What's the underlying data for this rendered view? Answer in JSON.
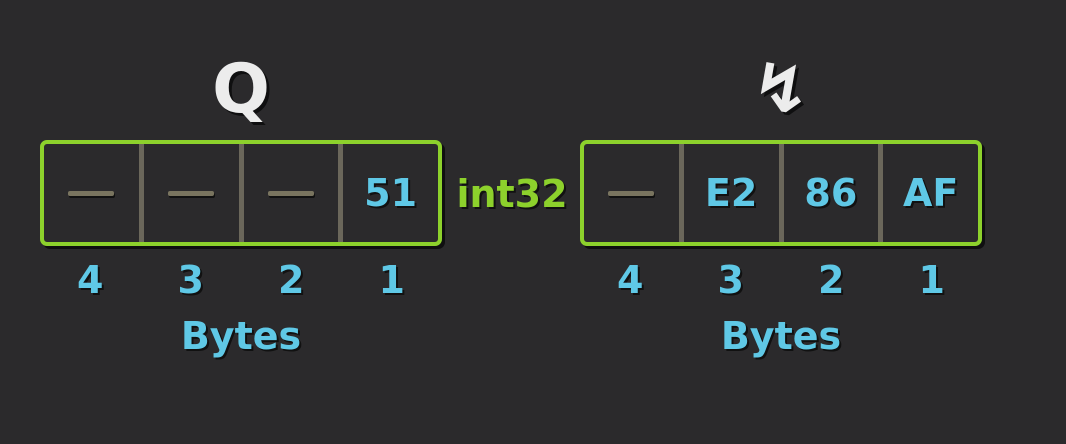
{
  "left": {
    "glyph": "Q",
    "cells": [
      "—",
      "—",
      "—",
      "51"
    ],
    "indices": [
      "4",
      "3",
      "2",
      "1"
    ],
    "caption": "Bytes"
  },
  "type_label": "int32",
  "right": {
    "glyph": "↯",
    "cells": [
      "—",
      "E2",
      "86",
      "AF"
    ],
    "indices": [
      "4",
      "3",
      "2",
      "1"
    ],
    "caption": "Bytes"
  },
  "colors": {
    "background": "#2b2a2c",
    "box_border": "#8dd12c",
    "byte_text": "#5fc8e6",
    "divider": "#6b675b",
    "empty_dash": "#79745f",
    "glyph": "#ececec"
  }
}
